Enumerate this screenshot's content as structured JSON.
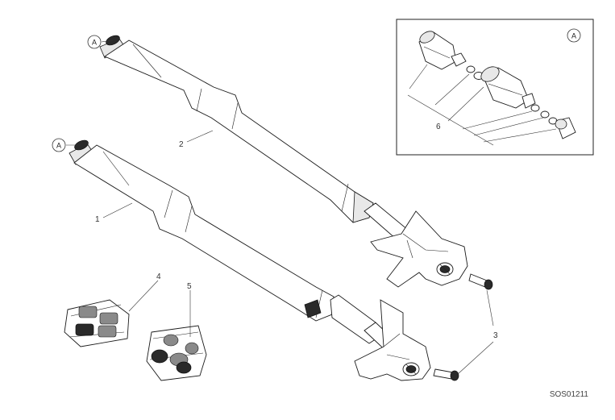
{
  "diagram": {
    "part_labels": {
      "p1": "1",
      "p2": "2",
      "p3": "3",
      "p4": "4",
      "p5": "5",
      "p6": "6"
    },
    "detail_ref": "A",
    "drawing_code": "SOS01211",
    "colors": {
      "line": "#1a1a1a",
      "fill": "#ffffff",
      "shade": "#e8e8e8",
      "dark": "#2a2a2a"
    }
  }
}
